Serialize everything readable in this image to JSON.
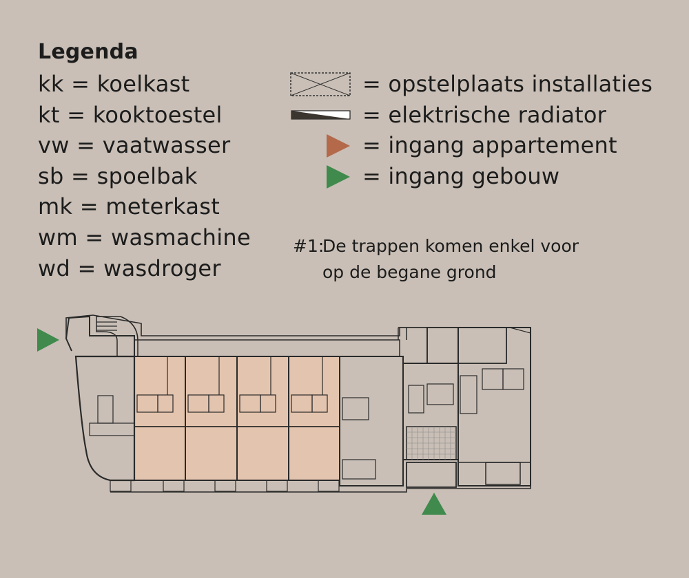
{
  "legend": {
    "title": "Legenda",
    "abbreviations": [
      "kk = koelkast",
      "kt = kooktoestel",
      "vw = vaatwasser",
      "sb = spoelbak",
      "mk = meterkast",
      "wm = wasmachine",
      "wd = wasdroger"
    ],
    "symbols": [
      {
        "icon": "installation-box-icon",
        "text": "= opstelplaats installaties"
      },
      {
        "icon": "radiator-icon",
        "text": "= elektrische radiator"
      },
      {
        "icon": "apartment-entrance-triangle-icon",
        "text": "= ingang appartement",
        "color": "#b3694a"
      },
      {
        "icon": "building-entrance-triangle-icon",
        "text": "= ingang gebouw",
        "color": "#3f8a4c"
      }
    ]
  },
  "note": {
    "label": "#1:",
    "line1": "De trappen komen enkel voor",
    "line2": "op de begane grond"
  },
  "colors": {
    "background": "#c9bfb6",
    "apartment_fill": "#e3c4ae",
    "wall": "#2a2a2a",
    "entrance_apartment": "#b3694a",
    "entrance_building": "#3f8a4c"
  }
}
